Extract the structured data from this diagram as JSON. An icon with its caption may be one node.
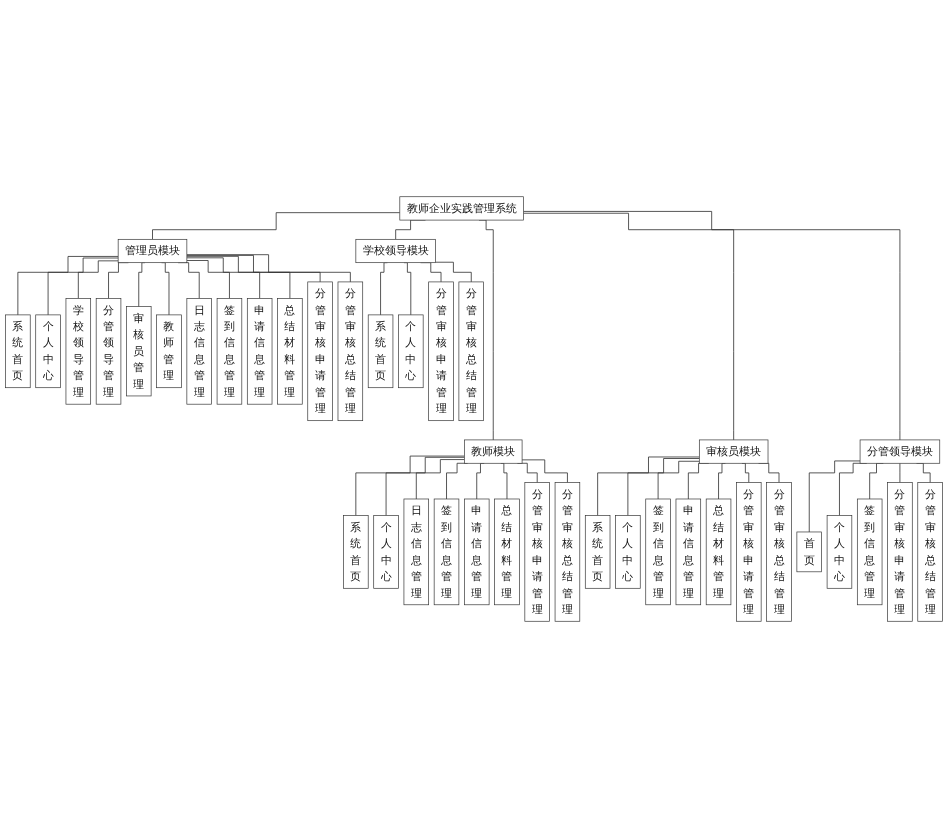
{
  "diagram": {
    "nodes": [
      {
        "text": [
          "教师企业实践管理系统"
        ]
      },
      {
        "text": [
          "管理员模块"
        ]
      },
      {
        "text": [
          "学校领导模块"
        ]
      },
      {
        "text": [
          "系统首页"
        ]
      },
      {
        "text": [
          "个人中心"
        ]
      },
      {
        "text": [
          "学校领导管理"
        ]
      },
      {
        "text": [
          "分管领导管理"
        ]
      },
      {
        "text": [
          "审核员管理"
        ]
      },
      {
        "text": [
          "教师管理"
        ]
      },
      {
        "text": [
          "日志信息管理"
        ]
      },
      {
        "text": [
          "签到信息管理"
        ]
      },
      {
        "text": [
          "申请信息管理"
        ]
      },
      {
        "text": [
          "总结材料管理"
        ]
      },
      {
        "text": [
          "分管审核申请管理"
        ]
      },
      {
        "text": [
          "分管审核总结管理"
        ]
      },
      {
        "text": [
          "系统首页"
        ]
      },
      {
        "text": [
          "个人中心"
        ]
      },
      {
        "text": [
          "分管审核申请管理"
        ]
      },
      {
        "text": [
          "分管审核总结管理"
        ]
      },
      {
        "text": [
          "教师模块"
        ]
      },
      {
        "text": [
          "审核员模块"
        ]
      },
      {
        "text": [
          "分管领导模块"
        ]
      },
      {
        "text": [
          "系统首页"
        ]
      },
      {
        "text": [
          "个人中心"
        ]
      },
      {
        "text": [
          "日志信息管理"
        ]
      },
      {
        "text": [
          "签到信息管理"
        ]
      },
      {
        "text": [
          "申请信息管理"
        ]
      },
      {
        "text": [
          "总结材料管理"
        ]
      },
      {
        "text": [
          "分管审核申请管理"
        ]
      },
      {
        "text": [
          "分管审核总结管理"
        ]
      },
      {
        "text": [
          "系统首页"
        ]
      },
      {
        "text": [
          "个人中心"
        ]
      },
      {
        "text": [
          "签到信息管理"
        ]
      },
      {
        "text": [
          "申请信息管理"
        ]
      },
      {
        "text": [
          "总结材料管理"
        ]
      },
      {
        "text": [
          "分管审核申请管理"
        ]
      },
      {
        "text": [
          "分管审核总结管理"
        ]
      },
      {
        "text": [
          "首页"
        ]
      },
      {
        "text": [
          "个人中心"
        ]
      },
      {
        "text": [
          "签到信息管理"
        ]
      },
      {
        "text": [
          "分管审核申请管理"
        ]
      },
      {
        "text": [
          "分管审核总结管理"
        ]
      }
    ],
    "edges": [
      {
        "from": 0,
        "to": 1,
        "arrow": "none"
      },
      {
        "from": 0,
        "to": 2,
        "arrow": "none"
      },
      {
        "from": 0,
        "to": 19,
        "arrow": "none"
      },
      {
        "from": 0,
        "to": 20,
        "arrow": "none"
      },
      {
        "from": 0,
        "to": 21,
        "arrow": "none"
      },
      {
        "from": 1,
        "to": 3,
        "arrow": "none"
      },
      {
        "from": 1,
        "to": 4,
        "arrow": "none"
      },
      {
        "from": 1,
        "to": 5,
        "arrow": "none"
      },
      {
        "from": 1,
        "to": 6,
        "arrow": "none"
      },
      {
        "from": 1,
        "to": 7,
        "arrow": "none"
      },
      {
        "from": 1,
        "to": 8,
        "arrow": "none"
      },
      {
        "from": 1,
        "to": 9,
        "arrow": "none"
      },
      {
        "from": 1,
        "to": 10,
        "arrow": "none"
      },
      {
        "from": 1,
        "to": 11,
        "arrow": "none"
      },
      {
        "from": 1,
        "to": 12,
        "arrow": "none"
      },
      {
        "from": 1,
        "to": 13,
        "arrow": "none"
      },
      {
        "from": 1,
        "to": 14,
        "arrow": "none"
      },
      {
        "from": 2,
        "to": 15,
        "arrow": "none"
      },
      {
        "from": 2,
        "to": 16,
        "arrow": "none"
      },
      {
        "from": 2,
        "to": 17,
        "arrow": "none"
      },
      {
        "from": 2,
        "to": 18,
        "arrow": "none"
      },
      {
        "from": 19,
        "to": 22,
        "arrow": "none"
      },
      {
        "from": 19,
        "to": 23,
        "arrow": "none"
      },
      {
        "from": 19,
        "to": 24,
        "arrow": "none"
      },
      {
        "from": 19,
        "to": 25,
        "arrow": "none"
      },
      {
        "from": 19,
        "to": 26,
        "arrow": "none"
      },
      {
        "from": 19,
        "to": 27,
        "arrow": "none"
      },
      {
        "from": 19,
        "to": 28,
        "arrow": "none"
      },
      {
        "from": 19,
        "to": 29,
        "arrow": "none"
      },
      {
        "from": 20,
        "to": 30,
        "arrow": "none"
      },
      {
        "from": 20,
        "to": 31,
        "arrow": "none"
      },
      {
        "from": 20,
        "to": 32,
        "arrow": "none"
      },
      {
        "from": 20,
        "to": 33,
        "arrow": "none"
      },
      {
        "from": 20,
        "to": 34,
        "arrow": "none"
      },
      {
        "from": 20,
        "to": 35,
        "arrow": "none"
      },
      {
        "from": 20,
        "to": 36,
        "arrow": "none"
      },
      {
        "from": 21,
        "to": 37,
        "arrow": "none"
      },
      {
        "from": 21,
        "to": 38,
        "arrow": "none"
      },
      {
        "from": 21,
        "to": 39,
        "arrow": "none"
      },
      {
        "from": 21,
        "to": 40,
        "arrow": "none"
      },
      {
        "from": 21,
        "to": 41,
        "arrow": "none"
      }
    ]
  }
}
